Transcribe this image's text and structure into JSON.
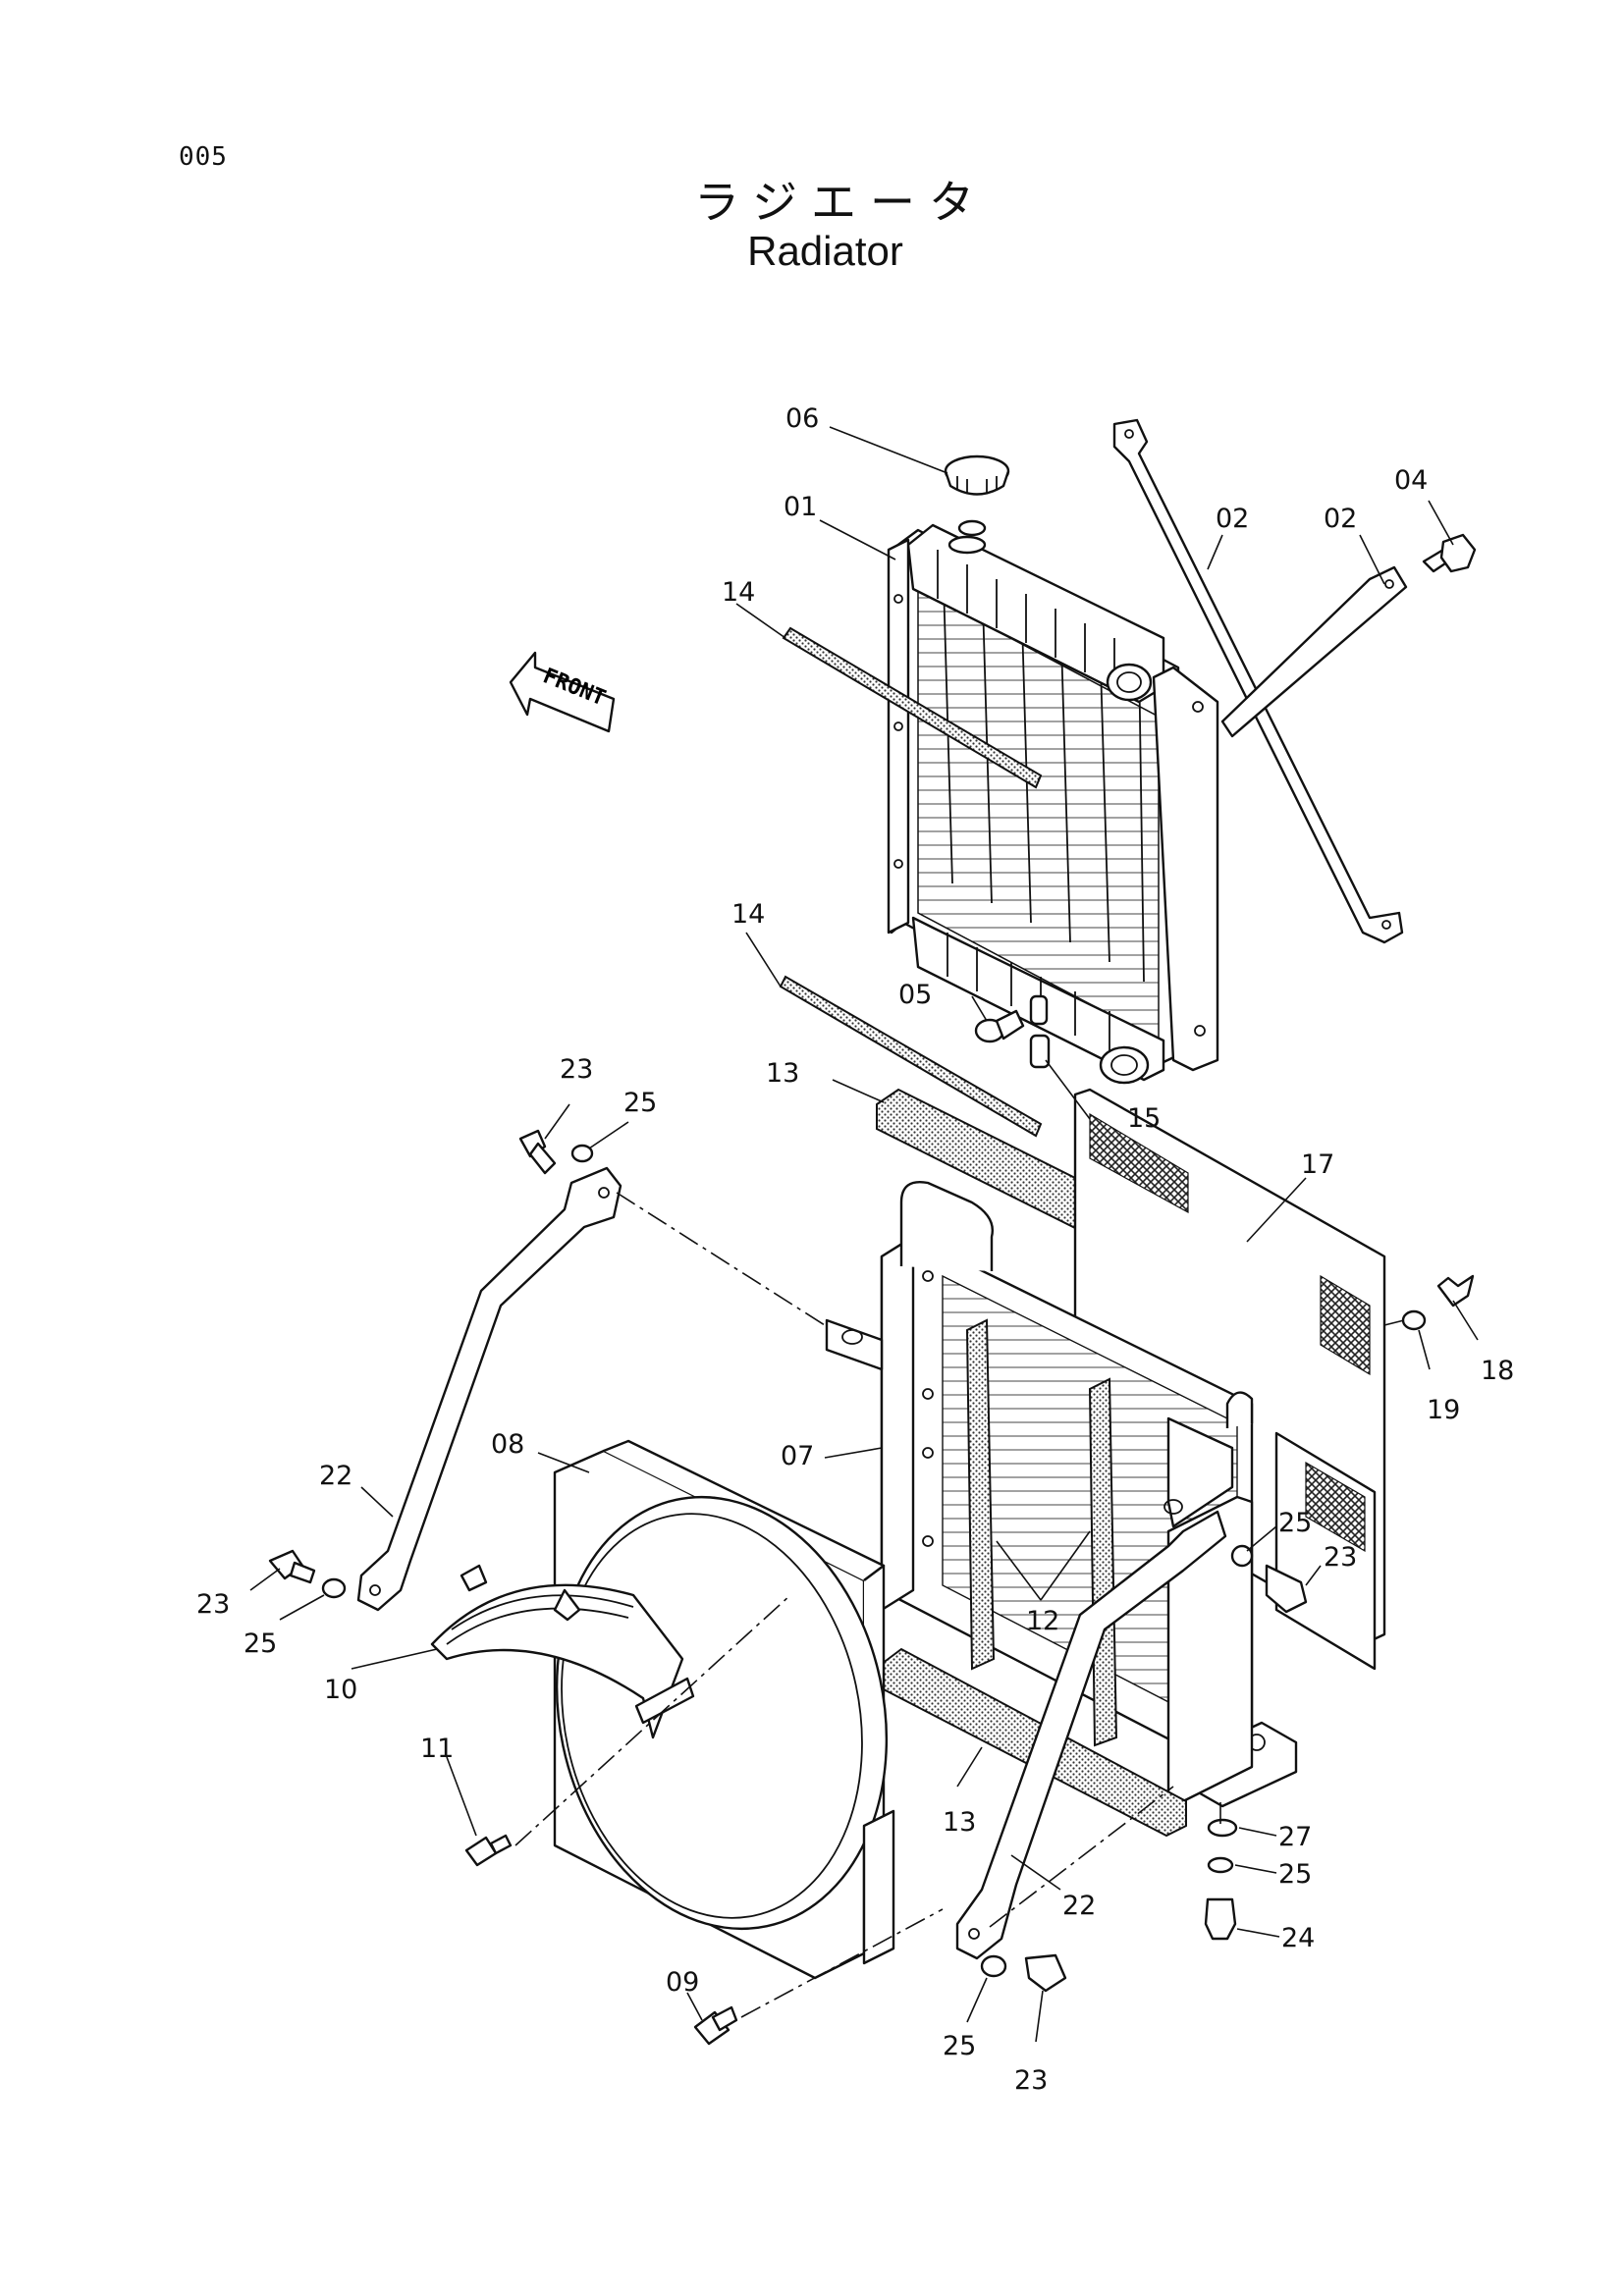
{
  "page_number": "005",
  "title_ja": "ラジエータ",
  "title_en": "Radiator",
  "front_marker": "FRONT",
  "callouts": [
    {
      "id": "c06a",
      "text": "06"
    },
    {
      "id": "c01",
      "text": "01"
    },
    {
      "id": "c02a",
      "text": "02"
    },
    {
      "id": "c02b",
      "text": "02"
    },
    {
      "id": "c04",
      "text": "04"
    },
    {
      "id": "c14a",
      "text": "14"
    },
    {
      "id": "c14b",
      "text": "14"
    },
    {
      "id": "c05",
      "text": "05"
    },
    {
      "id": "c13a",
      "text": "13"
    },
    {
      "id": "c15",
      "text": "15"
    },
    {
      "id": "c17",
      "text": "17"
    },
    {
      "id": "c23a",
      "text": "23"
    },
    {
      "id": "c25a",
      "text": "25"
    },
    {
      "id": "c18",
      "text": "18"
    },
    {
      "id": "c19",
      "text": "19"
    },
    {
      "id": "c08",
      "text": "08"
    },
    {
      "id": "c07",
      "text": "07"
    },
    {
      "id": "c22a",
      "text": "22"
    },
    {
      "id": "c25b",
      "text": "25"
    },
    {
      "id": "c23b",
      "text": "23"
    },
    {
      "id": "c12",
      "text": "12"
    },
    {
      "id": "c23c",
      "text": "23"
    },
    {
      "id": "c25c",
      "text": "25"
    },
    {
      "id": "c10",
      "text": "10"
    },
    {
      "id": "c11",
      "text": "11"
    },
    {
      "id": "c13b",
      "text": "13"
    },
    {
      "id": "c27",
      "text": "27"
    },
    {
      "id": "c25d",
      "text": "25"
    },
    {
      "id": "c22b",
      "text": "22"
    },
    {
      "id": "c24",
      "text": "24"
    },
    {
      "id": "c09",
      "text": "09"
    },
    {
      "id": "c25e",
      "text": "25"
    },
    {
      "id": "c23d",
      "text": "23"
    }
  ]
}
